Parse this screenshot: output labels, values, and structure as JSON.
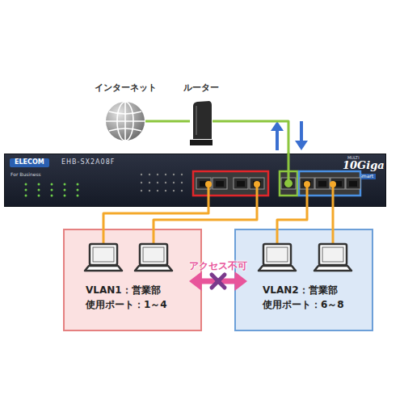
{
  "diagram": {
    "nodes": [
      {
        "text": [
          "インターネット"
        ]
      },
      {
        "text": [
          "ルーター"
        ]
      },
      {
        "text": [
          "ELECOM",
          "For Business",
          "EHB-SX2A08F",
          "MULTI",
          "10Giga",
          "Web Smart"
        ]
      },
      {
        "text": [
          "VLAN1：営業部",
          "使用ポート：1～4"
        ]
      },
      {
        "text": [
          "VLAN2：営業部",
          "使用ポート：6～8"
        ]
      }
    ],
    "edges": [
      {
        "from": 0,
        "to": 1,
        "arrow": "none"
      },
      {
        "from": 1,
        "to": 2,
        "arrow": "none"
      },
      {
        "from": 2,
        "to": 3,
        "arrow": "none"
      },
      {
        "from": 2,
        "to": 3,
        "arrow": "none"
      },
      {
        "from": 2,
        "to": 4,
        "arrow": "none"
      },
      {
        "from": 2,
        "to": 4,
        "arrow": "none"
      },
      {
        "from": 3,
        "to": 4,
        "label": "アクセス不可",
        "arrow": "both"
      }
    ]
  }
}
